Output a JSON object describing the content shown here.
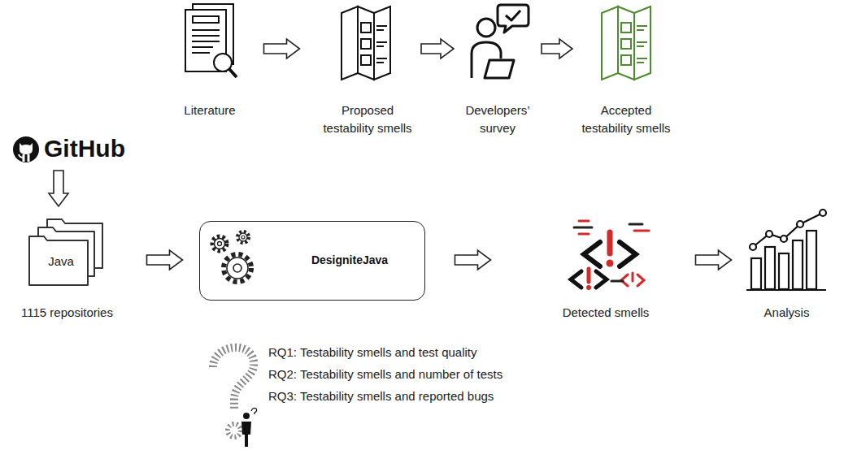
{
  "diagram": {
    "nodes": [
      {
        "text": [
          "Literature"
        ]
      },
      {
        "text": [
          "Proposed testability smells"
        ]
      },
      {
        "text": [
          "Developers’ survey"
        ]
      },
      {
        "text": [
          "Accepted testability smells"
        ]
      },
      {
        "text": [
          "GitHub"
        ]
      },
      {
        "text": [
          "Java",
          "1115 repositories"
        ]
      },
      {
        "text": [
          "DesigniteJava"
        ]
      },
      {
        "text": [
          "Detected smells"
        ]
      },
      {
        "text": [
          "Analysis"
        ]
      }
    ],
    "edges": [
      {
        "from": 0,
        "to": 1,
        "arrow": "to"
      },
      {
        "from": 1,
        "to": 2,
        "arrow": "to"
      },
      {
        "from": 2,
        "to": 3,
        "arrow": "to"
      },
      {
        "from": 4,
        "to": 5,
        "arrow": "to"
      },
      {
        "from": 5,
        "to": 6,
        "arrow": "to"
      },
      {
        "from": 6,
        "to": 7,
        "arrow": "to"
      },
      {
        "from": 7,
        "to": 8,
        "arrow": "to"
      }
    ],
    "labels": [
      "RQ1: Testability smells and test quality",
      "RQ2: Testability smells and number of tests",
      "RQ3: Testability smells and reported bugs"
    ]
  }
}
